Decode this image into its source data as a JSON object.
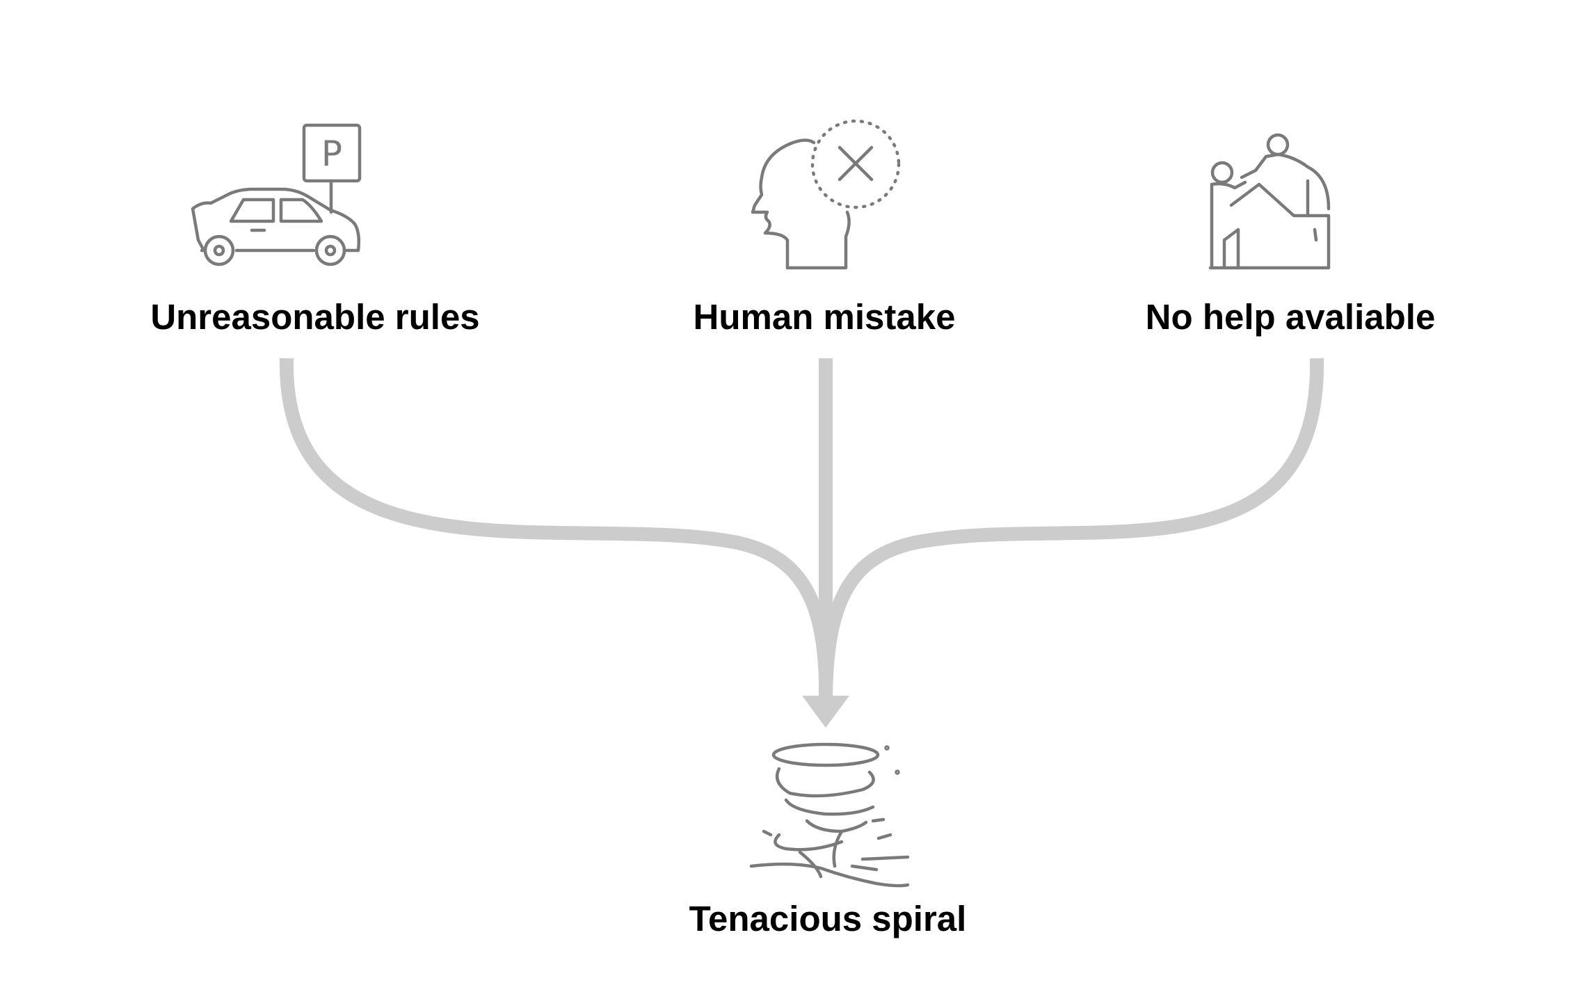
{
  "colors": {
    "arrow": "#cccccc",
    "icon": "#7a7a7a",
    "text": "#000000",
    "background": "#ffffff"
  },
  "nodes": {
    "unreasonable_rules": {
      "label": "Unreasonable rules",
      "icon": "car-parking-icon",
      "sign_text": "P"
    },
    "human_mistake": {
      "label": "Human mistake",
      "icon": "head-error-icon"
    },
    "no_help": {
      "label": "No help avaliable",
      "icon": "climbing-help-icon"
    },
    "spiral": {
      "label": "Tenacious spiral",
      "icon": "tornado-icon"
    }
  },
  "edges": [
    {
      "from": "unreasonable_rules",
      "to": "spiral"
    },
    {
      "from": "human_mistake",
      "to": "spiral"
    },
    {
      "from": "no_help",
      "to": "spiral"
    }
  ]
}
